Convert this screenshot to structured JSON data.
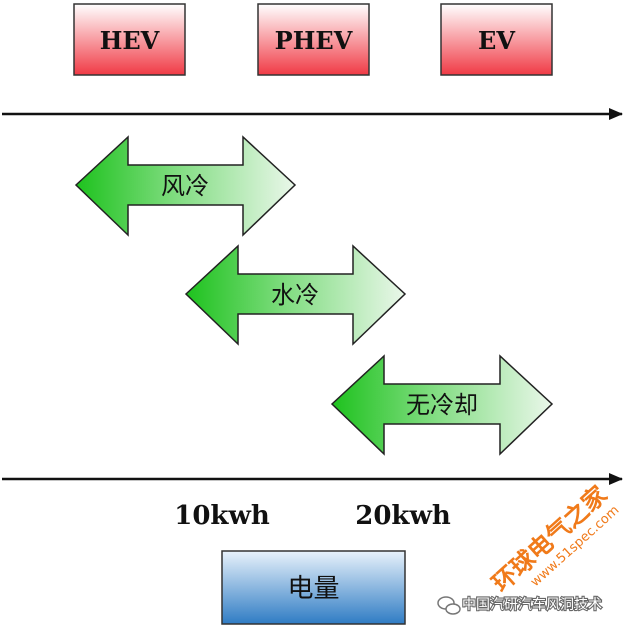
{
  "vehicle_types": [
    {
      "label": "HEV"
    },
    {
      "label": "PHEV"
    },
    {
      "label": "EV"
    }
  ],
  "cooling_methods": [
    {
      "label": "风冷"
    },
    {
      "label": "水冷"
    },
    {
      "label": "无冷却"
    }
  ],
  "capacity_ticks": [
    {
      "label": "10kwh"
    },
    {
      "label": "20kwh"
    }
  ],
  "axis_box": {
    "label": "电量"
  },
  "watermark": {
    "text": "环球电气之家",
    "url": "www.51spec.com"
  },
  "credit": {
    "text": "中国汽研汽车风洞技术"
  },
  "colors": {
    "vehicle_box_top": "#ffffff",
    "vehicle_box_bottom": "#f03a45",
    "arrow_green": "#1ec21e",
    "arrow_light": "#eaf7ea",
    "axis_box_top": "#e8f2fb",
    "axis_box_bottom": "#2f7cc4",
    "watermark": "#f07a1a"
  }
}
